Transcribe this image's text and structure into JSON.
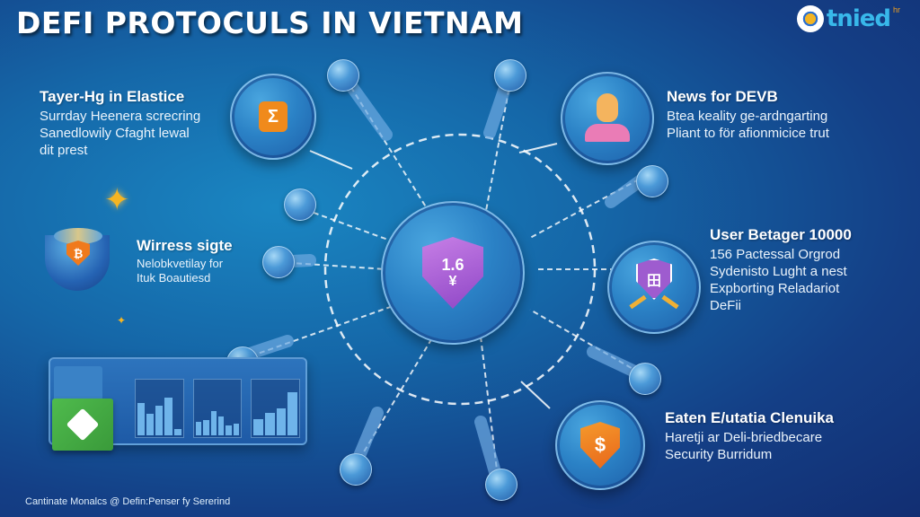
{
  "header": {
    "title": "DEFI PROTOCULS IN VIETNAM",
    "logo_text": "tnied",
    "logo_badge": "hr"
  },
  "center": {
    "icon": "shield-icon",
    "value": "1.6",
    "symbol": "¥",
    "shield_color": "#a45ad0"
  },
  "features": [
    {
      "id": "top-left",
      "title": "Tayer-Hg in Elastice",
      "lines": [
        "Surrday Heenera screcring",
        "Sanedlowily Cfaght lewal",
        "dit prest"
      ],
      "icon": "orange-card-icon",
      "icon_glyph": "Σ",
      "icon_color": "#f08a1c"
    },
    {
      "id": "mid-left",
      "title": "Wirress sigte",
      "lines": [
        "Nelobkvetilay for",
        "Ituk Boautiesd"
      ],
      "icon": "globe-bitcoin-icon",
      "icon_glyph": "₿",
      "icon_color": "#f08a1c"
    },
    {
      "id": "top-right",
      "title": "News for DEVB",
      "lines": [
        "Btea keality ge-ardngarting",
        "Pliant to för afionmicice trut"
      ],
      "icon": "user-icon",
      "icon_color": "#f4b45e"
    },
    {
      "id": "mid-right",
      "title": "User Betager 10000",
      "lines": [
        "156 Pactessal Orgrod",
        "Sydenisto Lught a nest",
        "Expborting Reladariot",
        "DeFii"
      ],
      "icon": "purple-shield-icon",
      "icon_glyph": "田",
      "icon_color": "#9e5ccf"
    },
    {
      "id": "bottom-right",
      "title": "Eaten E/utatia Clenuika",
      "lines": [
        "Haretji ar Deli-briedbecare",
        "Security Burridum"
      ],
      "icon": "dollar-shield-icon",
      "icon_glyph": "$",
      "icon_color": "#f07a1c"
    }
  ],
  "dashboard": {
    "icon": "green-app-icon",
    "bar_groups": [
      [
        60,
        40,
        55,
        70,
        12
      ],
      [
        25,
        28,
        45,
        35,
        18,
        22
      ],
      [
        30,
        42,
        50,
        80
      ]
    ]
  },
  "decorations": {
    "sparkle_large": "✦",
    "sparkle_small": "✦"
  },
  "footer": {
    "text": "Cantinate Monalcs @ Defin:Penser fy Sererind"
  },
  "colors": {
    "bg_light": "#1a86c2",
    "bg_dark": "#122e72",
    "accent_orange": "#f08a1c",
    "accent_purple": "#a45ad0"
  }
}
